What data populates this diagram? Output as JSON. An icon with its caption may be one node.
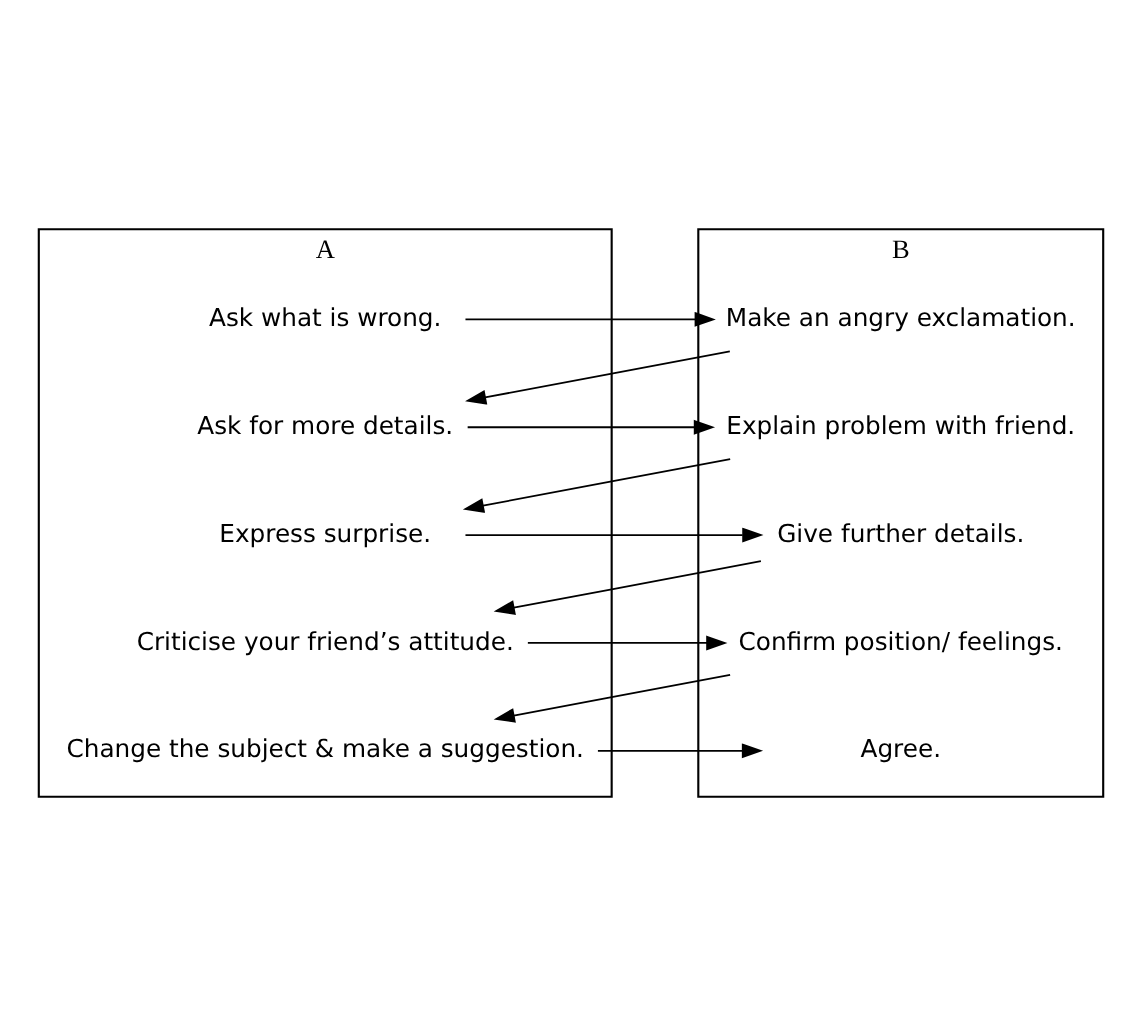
{
  "diagram": {
    "nodes": [
      {
        "text": [
          "A"
        ]
      },
      {
        "text": [
          "Ask what is wrong."
        ],
        "in": 0
      },
      {
        "text": [
          "Ask for more details."
        ],
        "in": 0
      },
      {
        "text": [
          "Express surprise."
        ],
        "in": 0
      },
      {
        "text": [
          "Criticise your friend’s attitude."
        ],
        "in": 0
      },
      {
        "text": [
          "Change the subject & make a suggestion."
        ],
        "in": 0
      },
      {
        "text": [
          "B"
        ]
      },
      {
        "text": [
          "Make an angry exclamation."
        ],
        "in": 6
      },
      {
        "text": [
          "Explain problem with friend."
        ],
        "in": 6
      },
      {
        "text": [
          "Give further details."
        ],
        "in": 6
      },
      {
        "text": [
          "Confirm position/ feelings."
        ],
        "in": 6
      },
      {
        "text": [
          "Agree."
        ],
        "in": 6
      }
    ],
    "edges": [
      {
        "from": 1,
        "to": 7,
        "arrow": "to"
      },
      {
        "from": 7,
        "to": 2,
        "arrow": "to"
      },
      {
        "from": 2,
        "to": 8,
        "arrow": "to"
      },
      {
        "from": 8,
        "to": 3,
        "arrow": "to"
      },
      {
        "from": 3,
        "to": 9,
        "arrow": "to"
      },
      {
        "from": 9,
        "to": 4,
        "arrow": "to"
      },
      {
        "from": 4,
        "to": 10,
        "arrow": "to"
      },
      {
        "from": 10,
        "to": 5,
        "arrow": "to"
      },
      {
        "from": 5,
        "to": 11,
        "arrow": "to"
      }
    ]
  }
}
